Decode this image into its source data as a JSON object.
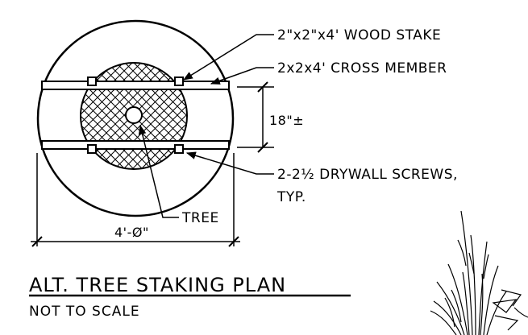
{
  "title": "ALT. TREE STAKING PLAN",
  "subtitle": "NOT TO SCALE",
  "labels": {
    "stake": "2\"x2\"x4' WOOD STAKE",
    "cross_member": "2x2x4' CROSS MEMBER",
    "screws_line1": "2-2½ DRYWALL SCREWS,",
    "screws_line2": "TYP.",
    "tree": "TREE"
  },
  "dimensions": {
    "width": "4'-Ø\"",
    "spacing": "18\"±"
  }
}
